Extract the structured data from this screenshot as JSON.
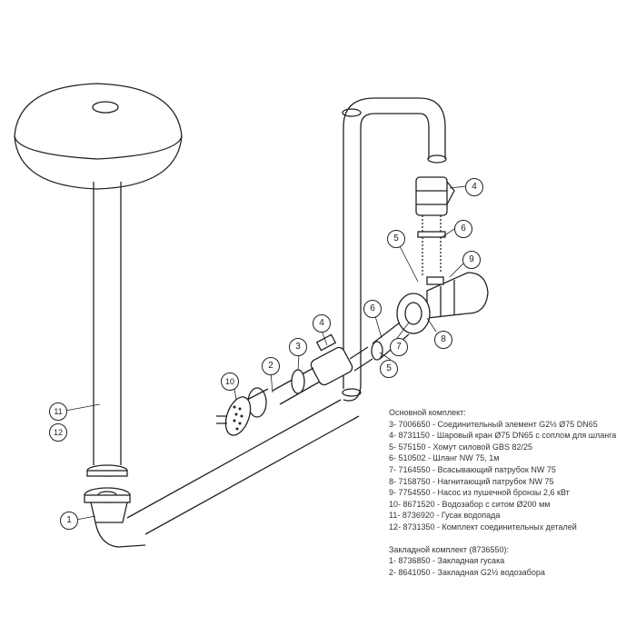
{
  "basic_kit": {
    "title": "Основной комплект:",
    "items": [
      "3-  7006650 - Соединительный элемент G2½ Ø75 DN65",
      "4-  8731150 - Шаровый кран Ø75 DN65 с соплом для шланга",
      "5-   575150 - Хомут силовой GBS 82/25",
      "6-   510502 - Шланг NW 75, 1м",
      "7-  7164550 - Всасывающий патрубок NW 75",
      "8-  7158750 - Нагнитающий патрубок NW 75",
      "9-  7754550 - Насос из пушечной бронзы 2,6 кВт",
      "10- 8671520 - Водозабор с ситом Ø200 мм",
      "11- 8736920 - Гусак водопада",
      "12- 8731350 - Комплект соединительных деталей"
    ]
  },
  "embed_kit": {
    "title": "Закладной комплект (8736550):",
    "items": [
      "1-  8736850 - Закладная гусака",
      "2-  8641050 - Закладная G2½ водозабора"
    ]
  },
  "callouts": [
    "1",
    "2",
    "3",
    "4",
    "4",
    "5",
    "5",
    "6",
    "6",
    "7",
    "8",
    "9",
    "10",
    "11",
    "12"
  ]
}
